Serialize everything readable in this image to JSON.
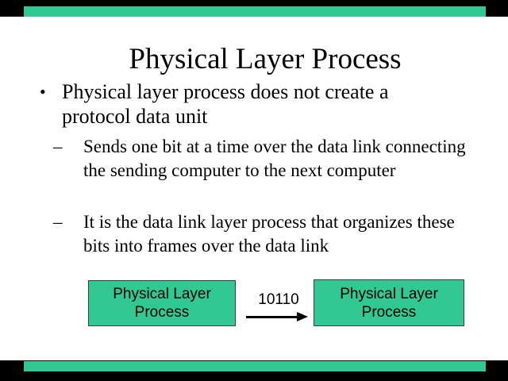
{
  "slide": {
    "title": "Physical Layer Process",
    "bullet": {
      "marker": "•",
      "text": "Physical layer process does not create a protocol data unit"
    },
    "sub_bullets": {
      "marker": "–",
      "items": [
        "Sends one bit at a time over the data link connecting the sending computer to the next computer",
        "It is the data link layer process that organizes these bits into frames over the data link"
      ]
    },
    "diagram": {
      "left_box_label": "Physical Layer Process",
      "arrow_label": "10110",
      "right_box_label": "Physical Layer Process"
    },
    "colors": {
      "accent_green": "#31C894",
      "background": "#000000",
      "slide_background": "#FFFFFF",
      "text": "#000000"
    }
  }
}
